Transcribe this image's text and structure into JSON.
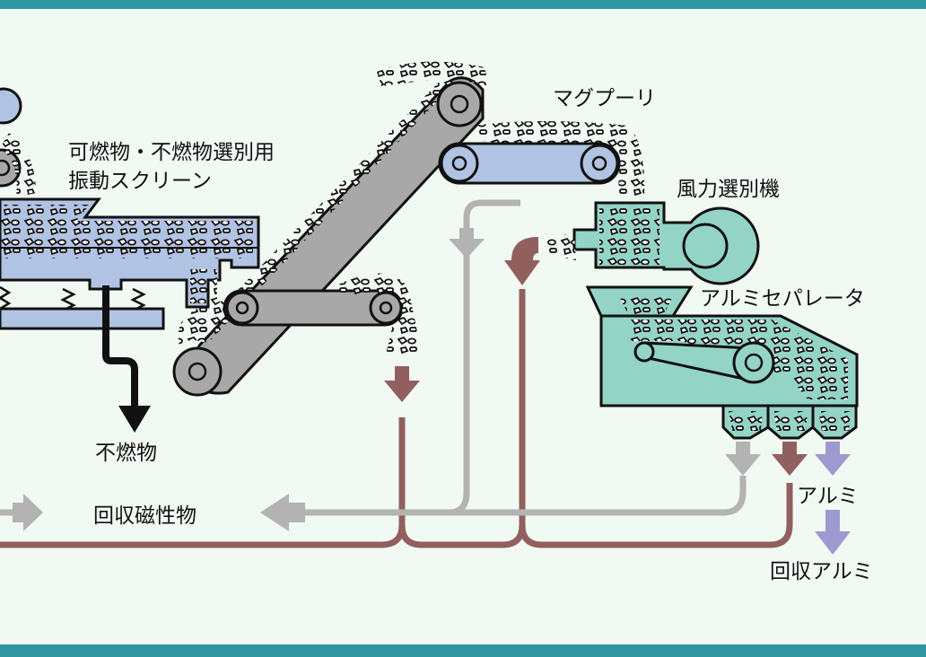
{
  "labels": {
    "vibrating_screen_line1": "可燃物・不燃物選別用",
    "vibrating_screen_line2": "振動スクリーン",
    "magnetic_pulley": "マグプーリ",
    "air_separator": "風力選別機",
    "aluminum_separator": "アルミセパレータ",
    "non_combustibles": "不燃物",
    "recovered_magnetics": "回収磁性物",
    "aluminum": "アルミ",
    "recovered_aluminum": "回収アルミ"
  },
  "colors": {
    "frame": "#2f95a3",
    "background": "#f1f9f3",
    "screen_blue": "#b1c3e3",
    "separator_teal": "#94d4c7",
    "conveyor_gray": "#a8a8a8",
    "magnetic_flow_gray": "#b3b3b3",
    "residue_flow_brown": "#925f5f",
    "aluminum_flow_purple": "#9e9ad0",
    "outline": "#111111"
  }
}
